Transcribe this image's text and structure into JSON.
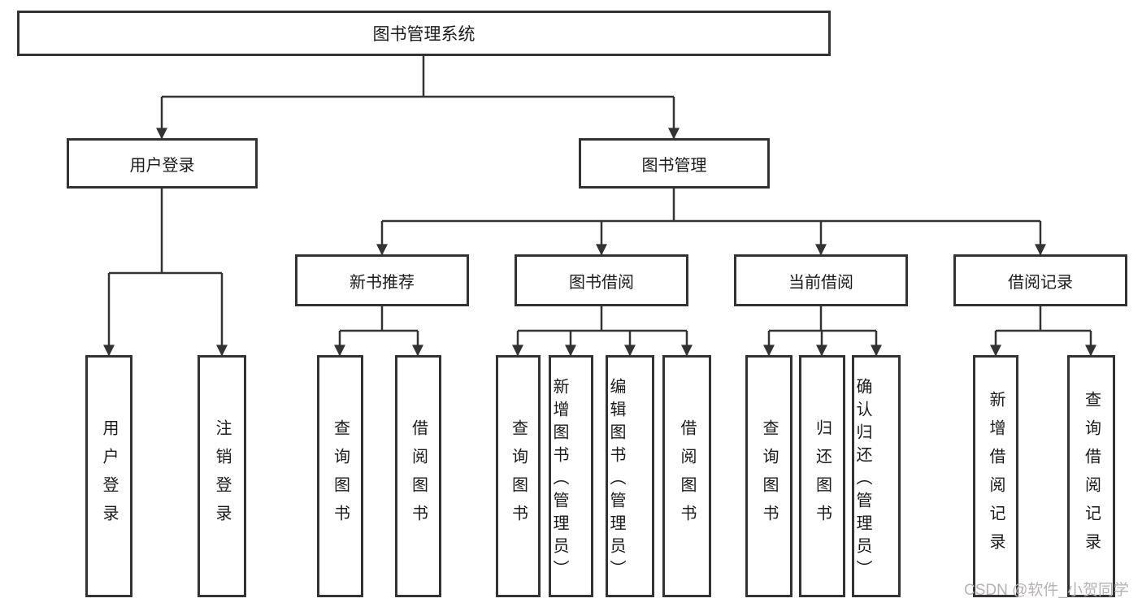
{
  "diagram": {
    "title": "图书管理系统",
    "tree": {
      "root": "图书管理系统",
      "children": [
        {
          "label": "用户登录",
          "children": [
            "用户登录",
            "注销登录"
          ]
        },
        {
          "label": "图书管理",
          "children": [
            {
              "label": "新书推荐",
              "children": [
                "查询图书",
                "借阅图书"
              ]
            },
            {
              "label": "图书借阅",
              "children": [
                "查询图书",
                "新增图书（管理员）",
                "编辑图书（管理员）",
                "借阅图书"
              ]
            },
            {
              "label": "当前借阅",
              "children": [
                "查询图书",
                "归还图书",
                "确认归还（管理员）"
              ]
            },
            {
              "label": "借阅记录",
              "children": [
                "新增借阅记录",
                "查询借阅记录"
              ]
            }
          ]
        }
      ]
    },
    "colors": {
      "line": "#333333",
      "box_border": "#333333",
      "box_fill": "#ffffff",
      "text": "#1a1a1a",
      "background": "#ffffff"
    }
  },
  "watermark": {
    "text": "CSDN @软件_小贺同学",
    "color": "#b6b2b4"
  }
}
